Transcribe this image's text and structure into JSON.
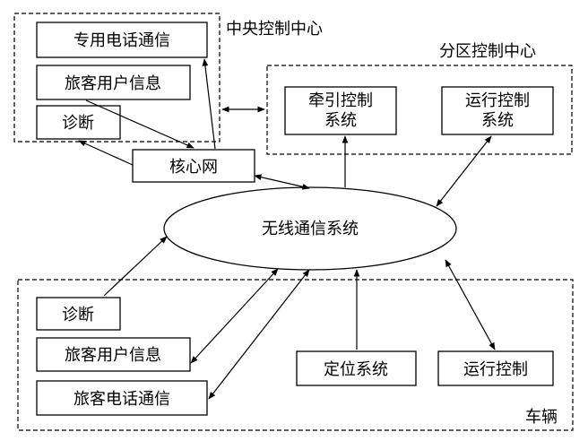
{
  "groups": {
    "central": "中央控制中心",
    "regional": "分区控制中心",
    "vehicle": "车辆"
  },
  "nodes": {
    "dedicated_telephone": "专用电话通信",
    "passenger_info_top": "旅客用户信息",
    "diagnosis_top": "诊断",
    "core_network": "核心网",
    "traction_control": [
      "牵引控制",
      "系统"
    ],
    "operation_control_center": [
      "运行控制",
      "系统"
    ],
    "wireless_system": "无线通信系统",
    "diagnosis_vehicle": "诊断",
    "passenger_info_vehicle": "旅客用户信息",
    "passenger_telephone": "旅客电话通信",
    "positioning_system": "定位系统",
    "operation_control_vehicle": "运行控制"
  }
}
